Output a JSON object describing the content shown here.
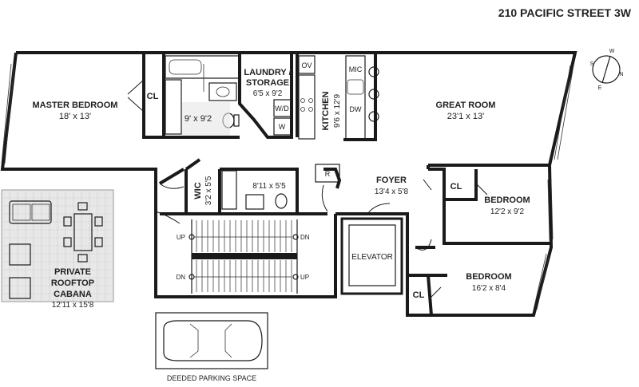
{
  "header": {
    "title": "210 PACIFIC STREET 3W"
  },
  "rooms": {
    "master_bedroom": {
      "name": "MASTER BEDROOM",
      "size": "18' x 13'"
    },
    "closet_master": {
      "name": "CL"
    },
    "bathroom_master": {
      "size": "9' x 9'2"
    },
    "laundry": {
      "name_line1": "LAUNDRY /",
      "name_line2": "STORAGE",
      "size": "6'5 x 9'2"
    },
    "kitchen": {
      "name": "KITCHEN",
      "size": "9'6 x 12'9"
    },
    "great_room": {
      "name": "GREAT ROOM",
      "size": "23'1 x 13'"
    },
    "wic": {
      "name": "WIC",
      "size": "3'2 x 5'5"
    },
    "bathroom_2": {
      "size": "8'11 x 5'5"
    },
    "foyer": {
      "name": "FOYER",
      "size": "13'4 x 5'8"
    },
    "bedroom_1": {
      "name": "BEDROOM",
      "size": "12'2 x 9'2"
    },
    "closet_bed1": {
      "name": "CL"
    },
    "bedroom_2": {
      "name": "BEDROOM",
      "size": "16'2 x 8'4"
    },
    "closet_bed2": {
      "name": "CL"
    },
    "elevator": {
      "name": "ELEVATOR"
    },
    "cabana": {
      "name_line1": "PRIVATE",
      "name_line2": "ROOFTOP",
      "name_line3": "CABANA",
      "size": "12'11 x 15'8"
    },
    "parking": {
      "name": "DEEDED PARKING SPACE"
    }
  },
  "appliances": {
    "oven": "OV",
    "microwave": "MIC",
    "dishwasher": "DW",
    "washer_dryer": "W/D",
    "washer": "W",
    "refrigerator": "R"
  },
  "stairs": {
    "up_left": "UP",
    "dn_right": "DN",
    "dn_left": "DN",
    "up_right": "UP"
  },
  "compass": {
    "north": "N",
    "south": "S",
    "east": "E",
    "west": "W"
  }
}
